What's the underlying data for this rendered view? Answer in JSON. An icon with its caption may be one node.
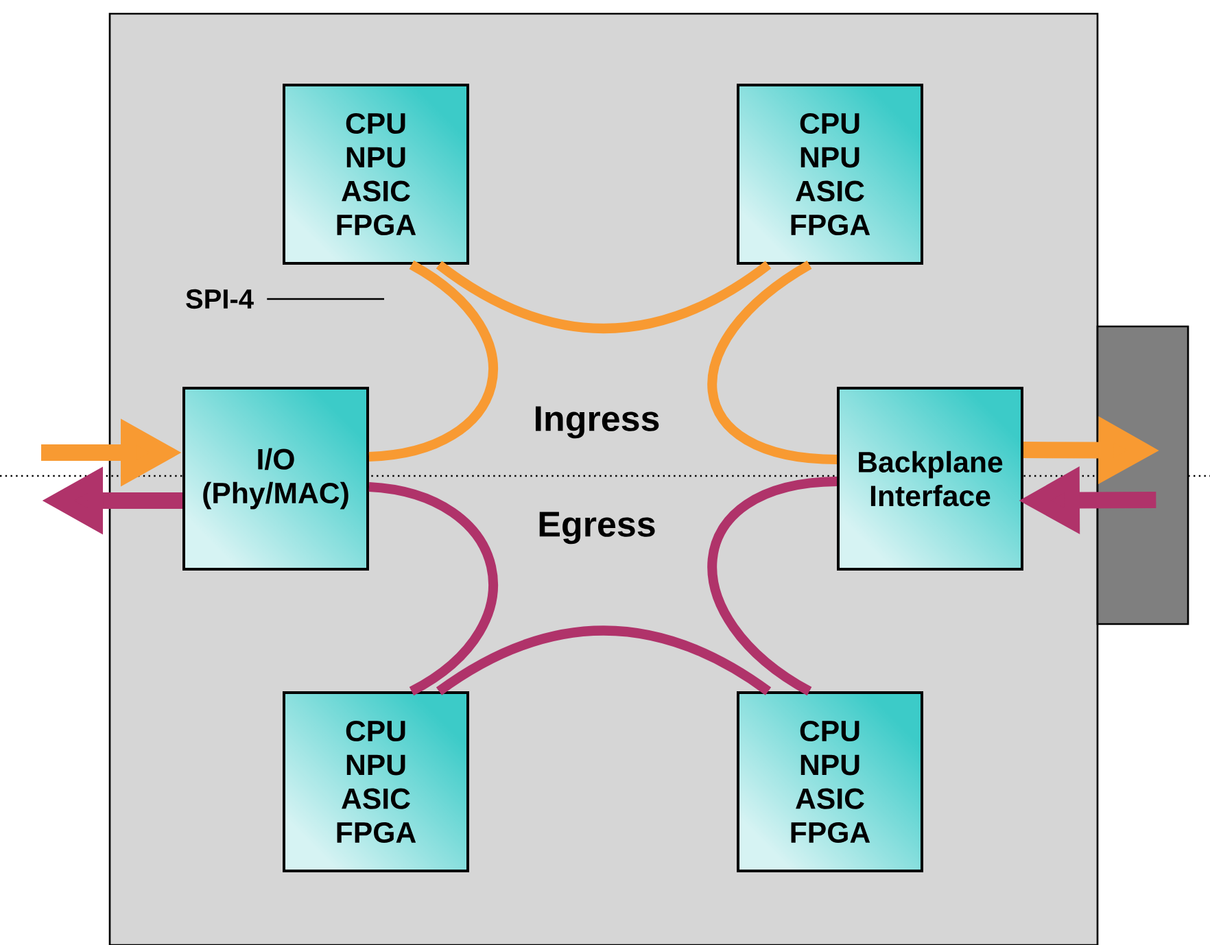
{
  "diagram": {
    "nodes": [
      {
        "text": [],
        "shape": "box"
      },
      {
        "text": [
          "CPU NPU ASIC FPGA"
        ],
        "in": 0
      },
      {
        "text": [
          "CPU NPU ASIC FPGA"
        ],
        "in": 0
      },
      {
        "text": [
          "I/O (Phy/MAC)"
        ],
        "in": 0
      },
      {
        "text": [
          "Backplane Interface"
        ],
        "in": 0
      },
      {
        "text": [
          "CPU NPU ASIC FPGA"
        ],
        "in": 0
      },
      {
        "text": [
          "CPU NPU ASIC FPGA"
        ],
        "in": 0
      },
      {
        "text": [],
        "shape": "box"
      },
      {
        "text": [
          "SPI-4"
        ],
        "in": 0
      }
    ],
    "edges": [
      {
        "from": 3,
        "to": 1,
        "arrow": "none",
        "color": "#f89a32"
      },
      {
        "from": 1,
        "to": 2,
        "arrow": "none",
        "color": "#f89a32"
      },
      {
        "from": 2,
        "to": 4,
        "arrow": "none",
        "color": "#f89a32"
      },
      {
        "from": 3,
        "to": 5,
        "arrow": "none",
        "color": "#b0336a"
      },
      {
        "from": 5,
        "to": 6,
        "arrow": "none",
        "color": "#b0336a"
      },
      {
        "from": 6,
        "to": 4,
        "arrow": "none",
        "color": "#b0336a"
      },
      {
        "from": null,
        "to": 3,
        "arrow": "to",
        "color": "#f89a32"
      },
      {
        "from": 3,
        "to": null,
        "arrow": "to",
        "color": "#b0336a"
      },
      {
        "from": 4,
        "to": 7,
        "arrow": "to",
        "color": "#f89a32"
      },
      {
        "from": 7,
        "to": 4,
        "arrow": "to",
        "color": "#b0336a"
      },
      {
        "from": 8,
        "to": null,
        "arrow": "none",
        "color": "#000000"
      }
    ],
    "labels": [
      "Ingress",
      "Egress"
    ]
  }
}
